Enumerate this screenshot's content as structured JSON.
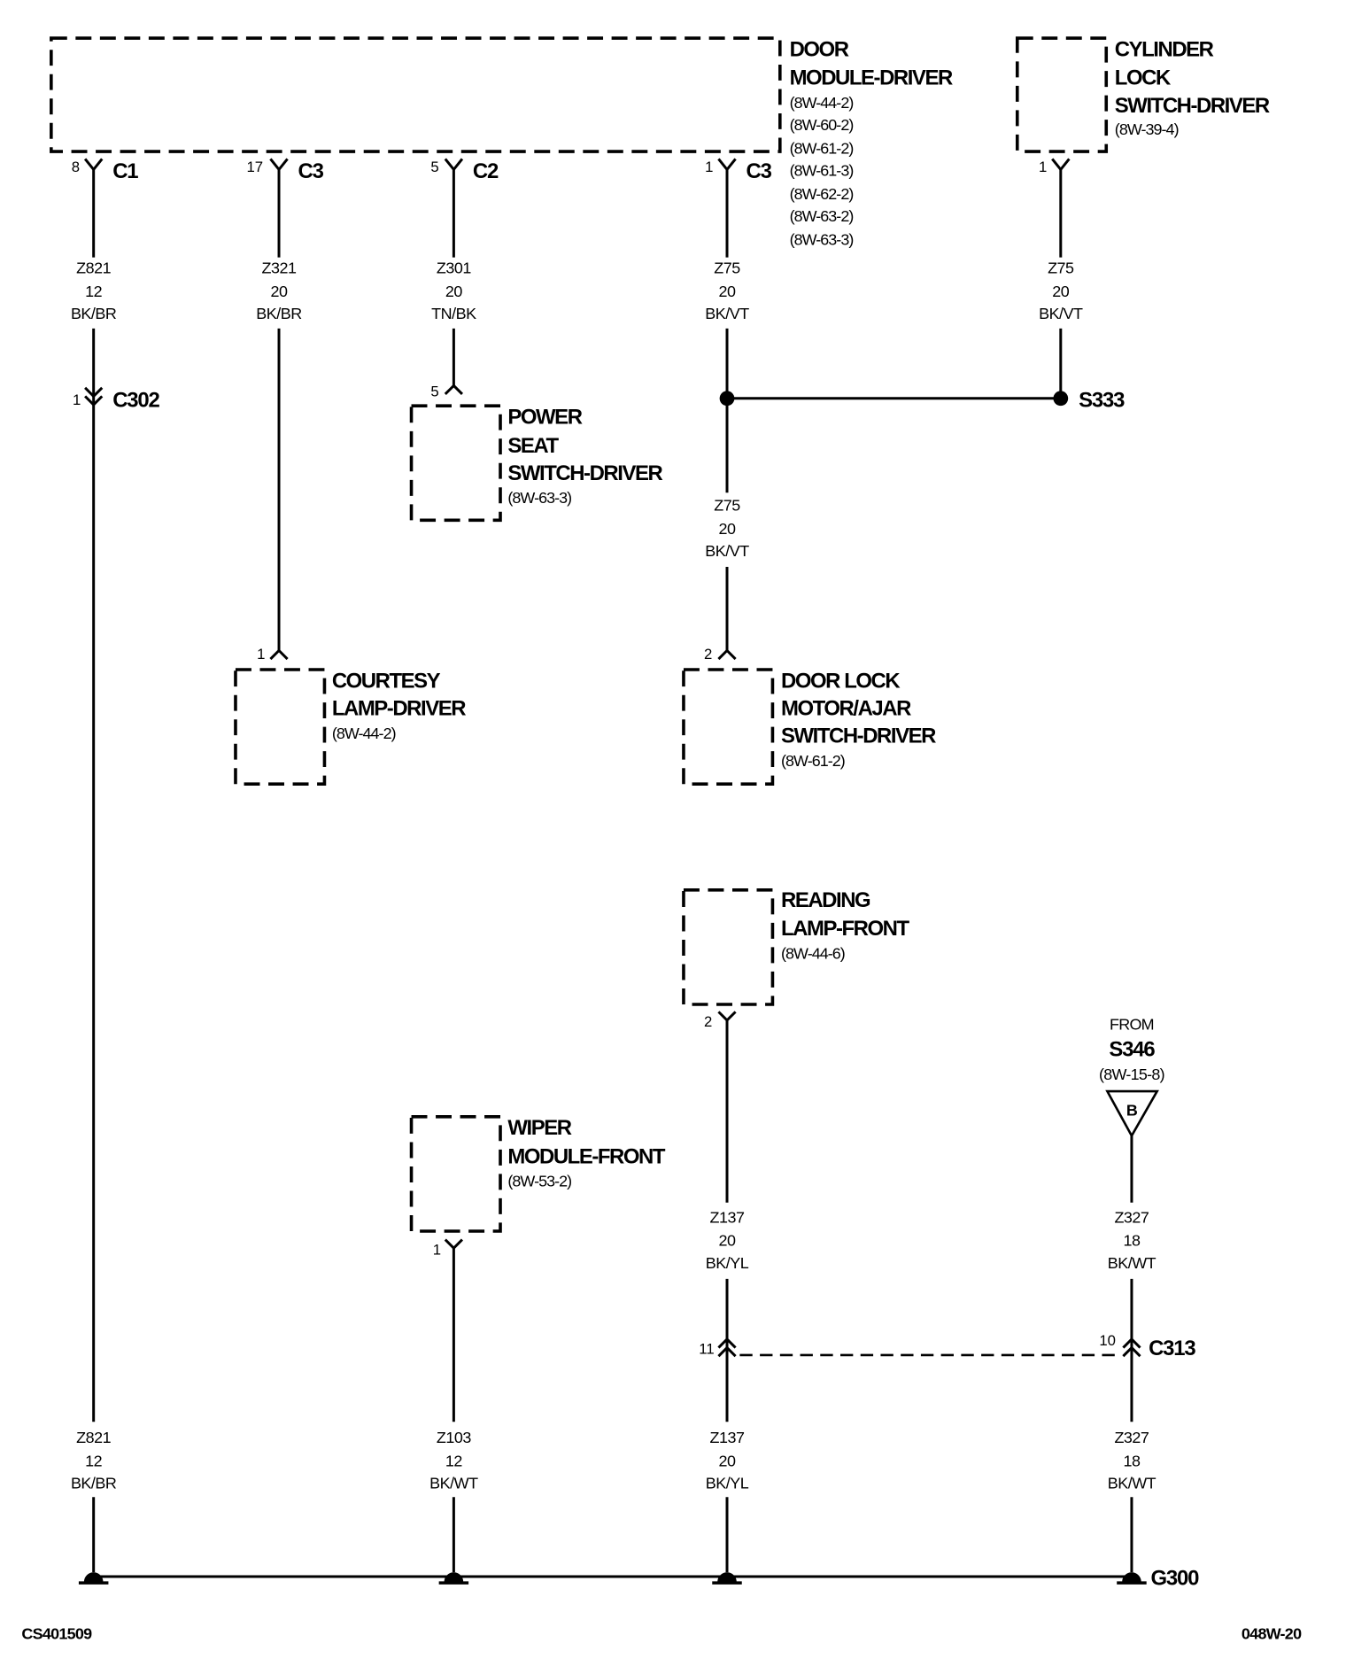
{
  "components": {
    "door_module_driver": {
      "name": [
        "DOOR",
        "MODULE-DRIVER"
      ],
      "refs": [
        "(8W-44-2)",
        "(8W-60-2)",
        "(8W-61-2)",
        "(8W-61-3)",
        "(8W-62-2)",
        "(8W-63-2)",
        "(8W-63-3)"
      ],
      "pins": [
        {
          "pin": "8",
          "connector": "C1"
        },
        {
          "pin": "17",
          "connector": "C3"
        },
        {
          "pin": "5",
          "connector": "C2"
        },
        {
          "pin": "1",
          "connector": "C3"
        }
      ]
    },
    "cylinder_lock_switch_driver": {
      "name": [
        "CYLINDER",
        "LOCK",
        "SWITCH-DRIVER"
      ],
      "refs": [
        "(8W-39-4)"
      ],
      "pin": "1"
    },
    "power_seat_switch_driver": {
      "name": [
        "POWER",
        "SEAT",
        "SWITCH-DRIVER"
      ],
      "refs": [
        "(8W-63-3)"
      ],
      "pin": "5"
    },
    "courtesy_lamp_driver": {
      "name": [
        "COURTESY",
        "LAMP-DRIVER"
      ],
      "refs": [
        "(8W-44-2)"
      ],
      "pin": "1"
    },
    "door_lock_motor_ajar_switch_driver": {
      "name": [
        "DOOR LOCK",
        "MOTOR/AJAR",
        "SWITCH-DRIVER"
      ],
      "refs": [
        "(8W-61-2)"
      ],
      "pin": "2"
    },
    "reading_lamp_front": {
      "name": [
        "READING",
        "LAMP-FRONT"
      ],
      "refs": [
        "(8W-44-6)"
      ],
      "pin": "2"
    },
    "wiper_module_front": {
      "name": [
        "WIPER",
        "MODULE-FRONT"
      ],
      "refs": [
        "(8W-53-2)"
      ],
      "pin": "1"
    }
  },
  "connectors": {
    "c302": {
      "name": "C302",
      "pin": "1"
    },
    "c313": {
      "name": "C313",
      "pins": [
        "11",
        "10"
      ]
    }
  },
  "splices": {
    "s333": "S333"
  },
  "ground": {
    "name": "G300"
  },
  "off_page": {
    "prefix": "FROM",
    "source": "S346",
    "ref": "(8W-15-8)",
    "letter": "B"
  },
  "wires": {
    "z821_upper": {
      "circuit": "Z821",
      "gauge": "12",
      "color": "BK/BR"
    },
    "z821_lower": {
      "circuit": "Z821",
      "gauge": "12",
      "color": "BK/BR"
    },
    "z321": {
      "circuit": "Z321",
      "gauge": "20",
      "color": "BK/BR"
    },
    "z301": {
      "circuit": "Z301",
      "gauge": "20",
      "color": "TN/BK"
    },
    "z75_module": {
      "circuit": "Z75",
      "gauge": "20",
      "color": "BK/VT"
    },
    "z75_cylinder": {
      "circuit": "Z75",
      "gauge": "20",
      "color": "BK/VT"
    },
    "z75_lock_motor": {
      "circuit": "Z75",
      "gauge": "20",
      "color": "BK/VT"
    },
    "z137_upper": {
      "circuit": "Z137",
      "gauge": "20",
      "color": "BK/YL"
    },
    "z137_lower": {
      "circuit": "Z137",
      "gauge": "20",
      "color": "BK/YL"
    },
    "z327_upper": {
      "circuit": "Z327",
      "gauge": "18",
      "color": "BK/WT"
    },
    "z327_lower": {
      "circuit": "Z327",
      "gauge": "18",
      "color": "BK/WT"
    },
    "z103": {
      "circuit": "Z103",
      "gauge": "12",
      "color": "BK/WT"
    }
  },
  "footer": {
    "figure_id": "CS401509",
    "page_code": "048W-20"
  },
  "colors": {
    "ink": "#000000",
    "background": "#ffffff"
  }
}
